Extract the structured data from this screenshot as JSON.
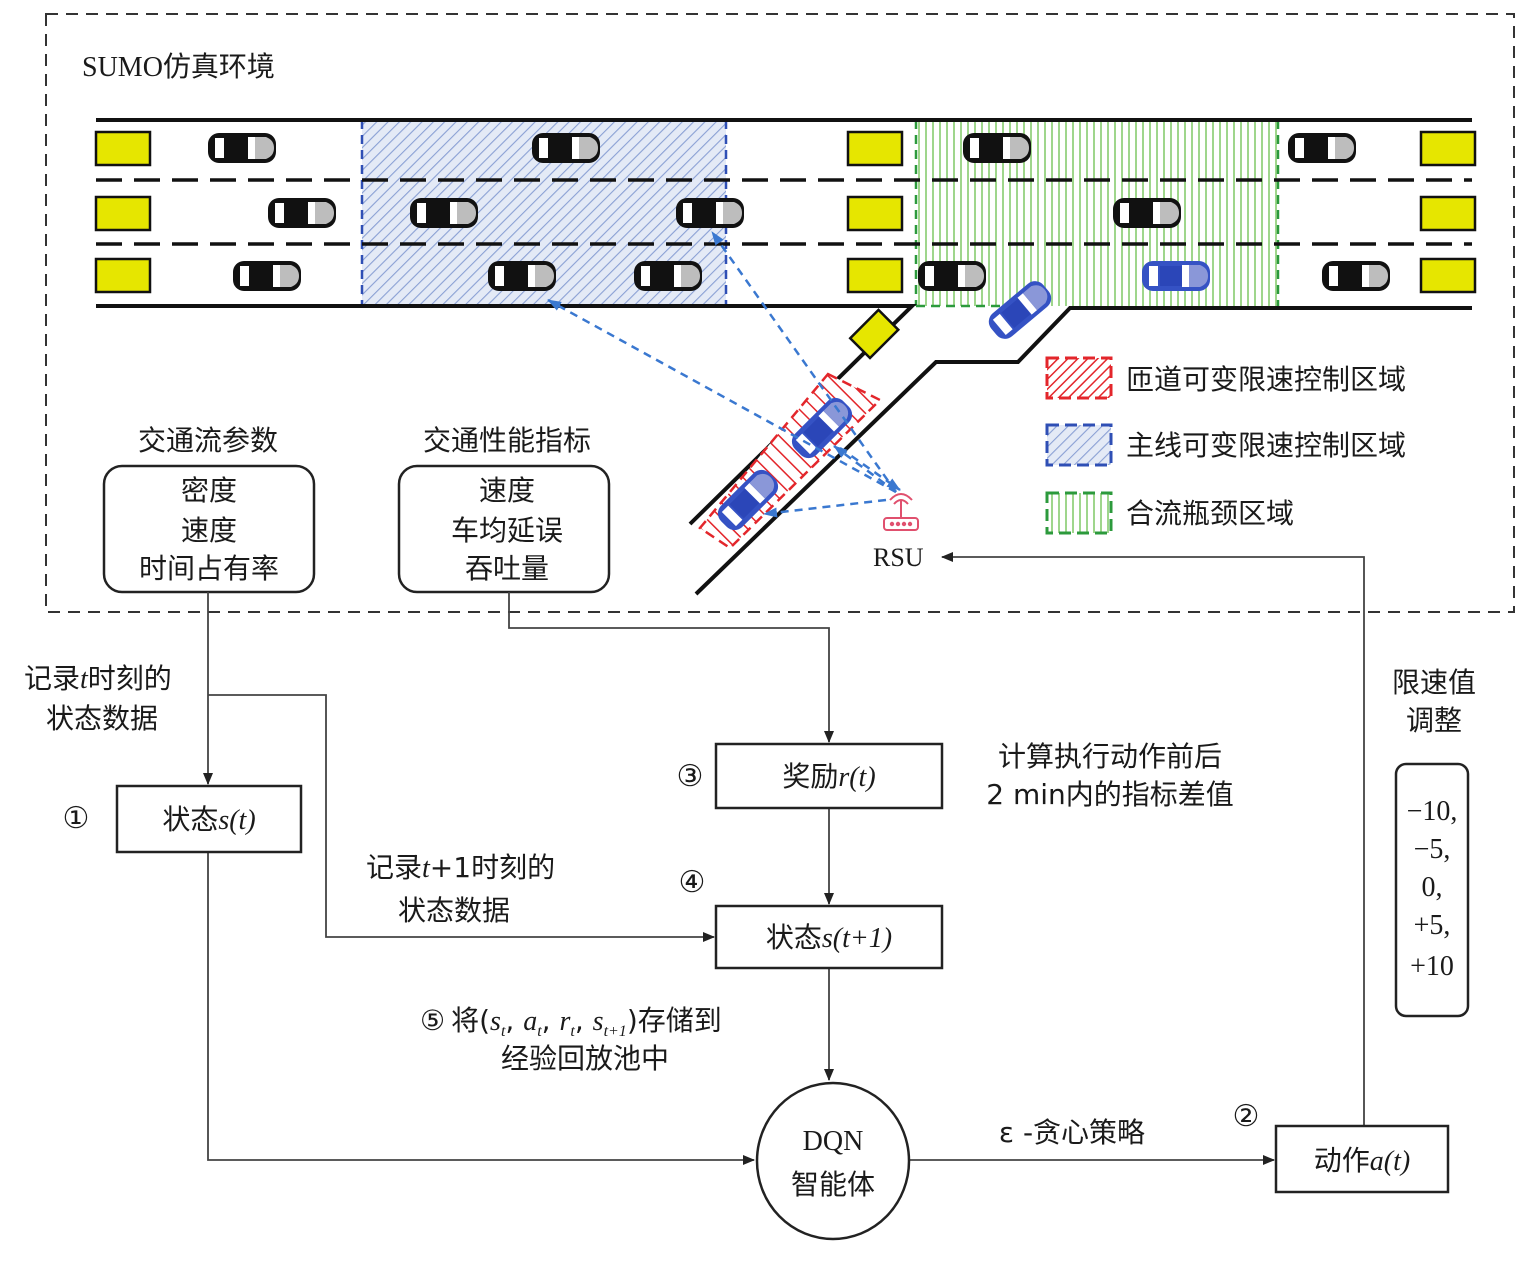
{
  "environment": {
    "title": "SUMO仿真环境"
  },
  "legend": {
    "items": [
      {
        "label": "匝道可变限速控制区域",
        "color": "#e3262b",
        "pattern": "diagonal-red"
      },
      {
        "label": "主线可变限速控制区域",
        "color": "#2f4fb5",
        "pattern": "diagonal-blue"
      },
      {
        "label": "合流瓶颈区域",
        "color": "#2c9a3c",
        "pattern": "vertical-green"
      }
    ]
  },
  "rsu": {
    "label": "RSU",
    "icon": "wifi-router-icon",
    "color": "#e0506e"
  },
  "traffic_flow_params": {
    "title": "交通流参数",
    "items": [
      "密度",
      "速度",
      "时间占有率"
    ]
  },
  "traffic_performance": {
    "title": "交通性能指标",
    "items": [
      "速度",
      "车均延误",
      "吞吐量"
    ]
  },
  "annotations": {
    "record_t_line1_pre": "记录",
    "record_t_var": "t",
    "record_t_line1_post": "时刻的",
    "record_t_line2": "状态数据",
    "record_t1_line1_pre": "记录",
    "record_t1_var": "t",
    "record_t1_line1_post": "+1时刻的",
    "record_t1_line2": "状态数据",
    "reward_note_line1": "计算执行动作前后",
    "reward_note_line2": "2 min内的指标差值",
    "store_step": "⑤",
    "store_pre": "将(",
    "store_s": "s",
    "store_s_sub": "t",
    "store_a": "a",
    "store_a_sub": "t",
    "store_r": "r",
    "store_r_sub": "t",
    "store_s1": "s",
    "store_s1_sub": "t+1",
    "store_post": ")存储到",
    "store_line2": "经验回放池中",
    "policy": "ε -贪心策略",
    "speed_adjust_line1": "限速值",
    "speed_adjust_line2": "调整"
  },
  "nodes": {
    "state_t": {
      "step": "①",
      "label": "状态",
      "var": "s",
      "arg": "(t)"
    },
    "reward": {
      "step": "③",
      "label": "奖励",
      "var": "r",
      "arg": "(t)"
    },
    "state_t1": {
      "step": "④",
      "label": "状态",
      "var": "s",
      "arg": "(t+1)"
    },
    "agent": {
      "line1": "DQN",
      "line2": "智能体"
    },
    "action": {
      "step": "②",
      "label": "动作",
      "var": "a",
      "arg": "(t)"
    }
  },
  "speed_values": [
    "−10,",
    "−5,",
    "0,",
    "+5,",
    "+10"
  ],
  "colors": {
    "yellow_marker": "#e6e600",
    "blue_car": "#3552c4",
    "comm_link": "#3a78d0",
    "black": "#111111"
  }
}
